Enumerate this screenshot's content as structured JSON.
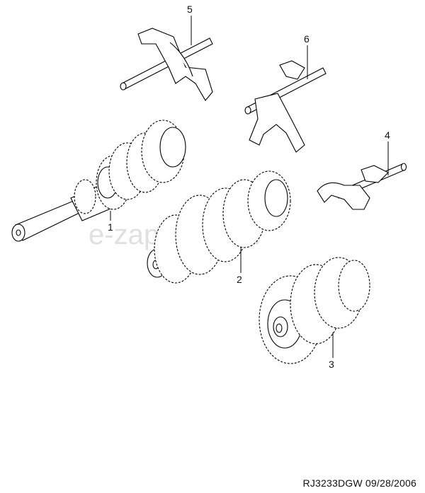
{
  "callouts": {
    "c1": "1",
    "c2": "2",
    "c3": "3",
    "c4": "4",
    "c5": "5",
    "c6": "6"
  },
  "watermark": "e-zapchast.ru",
  "footer": {
    "code": "RJ3233DGW",
    "date": "09/28/2006"
  }
}
